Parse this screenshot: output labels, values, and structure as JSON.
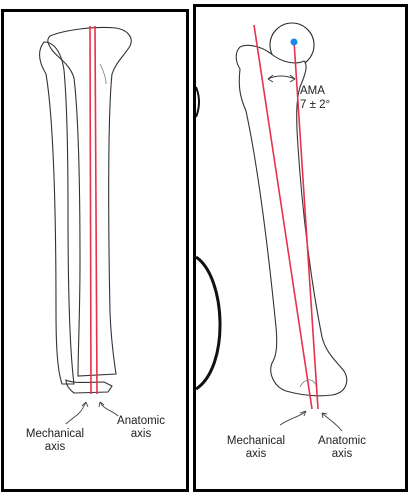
{
  "left_panel": {
    "mechanical_axis_label": [
      "Mechanical",
      "axis"
    ],
    "anatomic_axis_label": [
      "Anatomic",
      "axis"
    ]
  },
  "right_panel": {
    "ama_label": "AMA",
    "ama_value": "7 ± 2°",
    "mechanical_axis_label": [
      "Mechanical",
      "axis"
    ],
    "anatomic_axis_label": [
      "Anatomic",
      "axis"
    ]
  },
  "colors": {
    "axis_line": "#e8314a",
    "bone_outline": "#333333",
    "femoral_head_center": "#1e88e5",
    "frame": "#000000"
  }
}
